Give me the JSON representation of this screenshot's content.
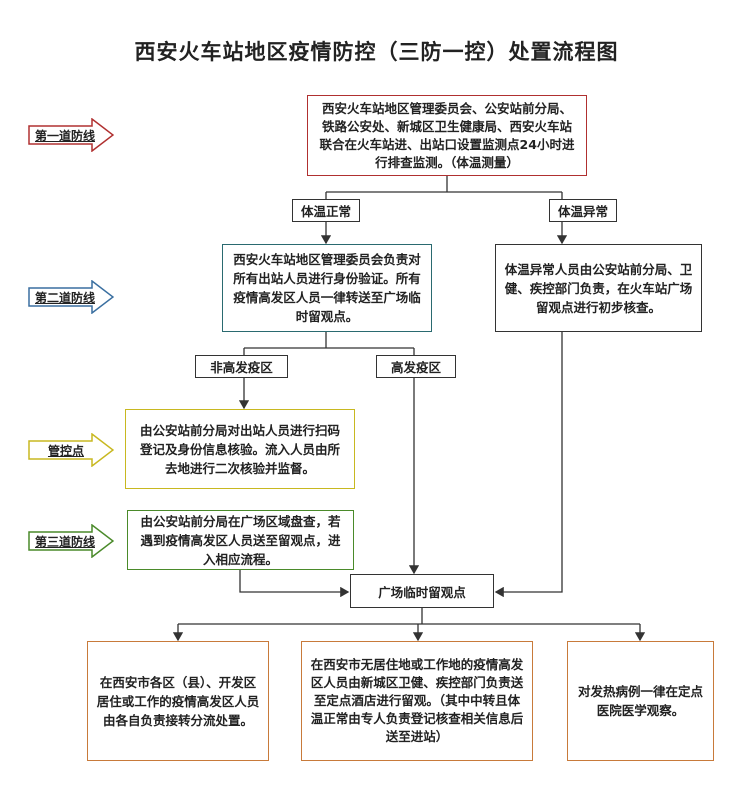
{
  "title": "西安火车站地区疫情防控（三防一控）处置流程图",
  "colors": {
    "line1": "#b03030",
    "line2": "#3a6fa0",
    "control": "#c8b820",
    "line3": "#4a8a2a",
    "orange": "#c87a3a",
    "teal": "#2a6a70",
    "dark": "#333333"
  },
  "side_labels": {
    "first": "第一道防线",
    "second": "第二道防线",
    "control": "管控点",
    "third": "第三道防线"
  },
  "boxes": {
    "monitor": "西安火车站地区管理委员会、公安站前分局、铁路公安处、新城区卫生健康局、西安火车站联合在火车站进、出站口设置监测点24小时进行排查监测。（体温测量）",
    "normal_label": "体温正常",
    "abnormal_label": "体温异常",
    "verify": "西安火车站地区管理委员会负责对所有出站人员进行身份验证。所有疫情高发区人员一律转送至广场临时留观点。",
    "abnormal_check": "体温异常人员由公安站前分局、卫健、疾控部门负责，在火车站广场留观点进行初步核查。",
    "non_high_label": "非高发疫区",
    "high_label": "高发疫区",
    "scan": "由公安站前分局对出站人员进行扫码登记及身份信息核验。流入人员由所去地进行二次核验并监督。",
    "patrol": "由公安站前分局在广场区域盘查，若遇到疫情高发区人员送至留观点，进入相应流程。",
    "observe": "广场临时留观点",
    "local": "在西安市各区（县）、开发区居住或工作的疫情高发区人员由各自负责接转分流处置。",
    "hotel": "在西安市无居住地或工作地的疫情高发区人员由新城区卫健、疾控部门负责送至定点酒店进行留观。（其中中转且体温正常由专人负责登记核查相关信息后送至进站）",
    "fever": "对发热病例一律在定点医院医学观察。"
  }
}
